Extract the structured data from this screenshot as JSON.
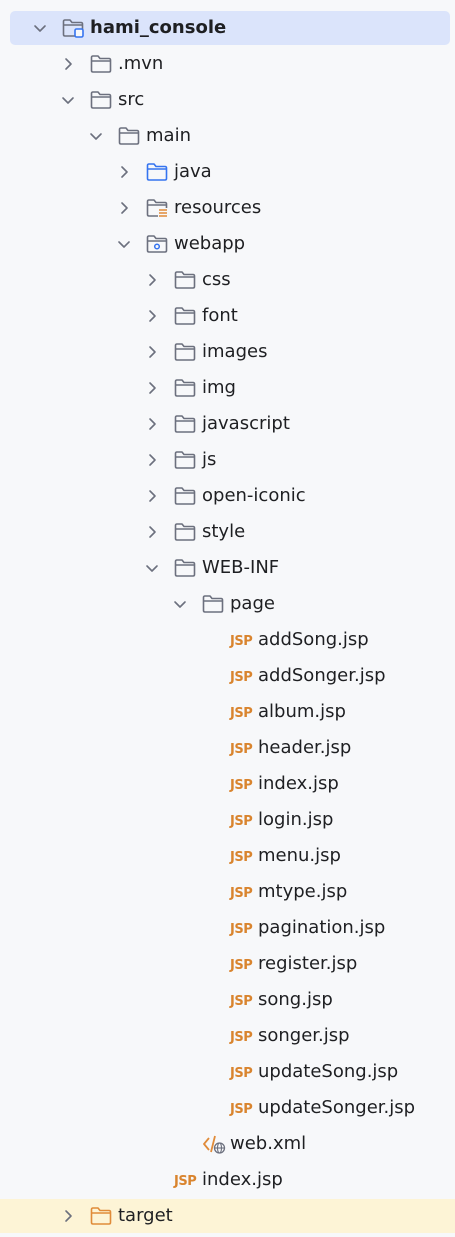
{
  "tree": [
    {
      "label": "hami_console",
      "depth": 0,
      "expanded": true,
      "icon": "module-folder-icon",
      "bold": true,
      "selected": true
    },
    {
      "label": ".mvn",
      "depth": 1,
      "expanded": false,
      "icon": "folder-icon"
    },
    {
      "label": "src",
      "depth": 1,
      "expanded": true,
      "icon": "folder-icon"
    },
    {
      "label": "main",
      "depth": 2,
      "expanded": true,
      "icon": "folder-icon"
    },
    {
      "label": "java",
      "depth": 3,
      "expanded": false,
      "icon": "source-folder-icon"
    },
    {
      "label": "resources",
      "depth": 3,
      "expanded": false,
      "icon": "resources-folder-icon"
    },
    {
      "label": "webapp",
      "depth": 3,
      "expanded": true,
      "icon": "web-folder-icon"
    },
    {
      "label": "css",
      "depth": 4,
      "expanded": false,
      "icon": "folder-icon"
    },
    {
      "label": "font",
      "depth": 4,
      "expanded": false,
      "icon": "folder-icon"
    },
    {
      "label": "images",
      "depth": 4,
      "expanded": false,
      "icon": "folder-icon"
    },
    {
      "label": "img",
      "depth": 4,
      "expanded": false,
      "icon": "folder-icon"
    },
    {
      "label": "javascript",
      "depth": 4,
      "expanded": false,
      "icon": "folder-icon"
    },
    {
      "label": "js",
      "depth": 4,
      "expanded": false,
      "icon": "folder-icon"
    },
    {
      "label": "open-iconic",
      "depth": 4,
      "expanded": false,
      "icon": "folder-icon"
    },
    {
      "label": "style",
      "depth": 4,
      "expanded": false,
      "icon": "folder-icon"
    },
    {
      "label": "WEB-INF",
      "depth": 4,
      "expanded": true,
      "icon": "folder-icon"
    },
    {
      "label": "page",
      "depth": 5,
      "expanded": true,
      "icon": "folder-icon"
    },
    {
      "label": "addSong.jsp",
      "depth": 6,
      "icon": "jsp-file-icon"
    },
    {
      "label": "addSonger.jsp",
      "depth": 6,
      "icon": "jsp-file-icon"
    },
    {
      "label": "album.jsp",
      "depth": 6,
      "icon": "jsp-file-icon"
    },
    {
      "label": "header.jsp",
      "depth": 6,
      "icon": "jsp-file-icon"
    },
    {
      "label": "index.jsp",
      "depth": 6,
      "icon": "jsp-file-icon"
    },
    {
      "label": "login.jsp",
      "depth": 6,
      "icon": "jsp-file-icon"
    },
    {
      "label": "menu.jsp",
      "depth": 6,
      "icon": "jsp-file-icon"
    },
    {
      "label": "mtype.jsp",
      "depth": 6,
      "icon": "jsp-file-icon"
    },
    {
      "label": "pagination.jsp",
      "depth": 6,
      "icon": "jsp-file-icon"
    },
    {
      "label": "register.jsp",
      "depth": 6,
      "icon": "jsp-file-icon"
    },
    {
      "label": "song.jsp",
      "depth": 6,
      "icon": "jsp-file-icon"
    },
    {
      "label": "songer.jsp",
      "depth": 6,
      "icon": "jsp-file-icon"
    },
    {
      "label": "updateSong.jsp",
      "depth": 6,
      "icon": "jsp-file-icon"
    },
    {
      "label": "updateSonger.jsp",
      "depth": 6,
      "icon": "jsp-file-icon"
    },
    {
      "label": "web.xml",
      "depth": 5,
      "icon": "xml-file-icon"
    },
    {
      "label": "index.jsp",
      "depth": 4,
      "icon": "jsp-file-icon"
    },
    {
      "label": "target",
      "depth": 1,
      "expanded": false,
      "icon": "excluded-folder-icon",
      "highlighted": true
    }
  ],
  "jsp_badge": "JSP",
  "colors": {
    "selected_row": "#dbe4fb",
    "highlighted_row": "#fdf4d6",
    "folder_stroke": "#6c707e",
    "source_folder_stroke": "#3574f0",
    "excluded_folder_stroke": "#e08b39",
    "jsp_orange": "#d9842e",
    "text": "#1e1f22"
  }
}
